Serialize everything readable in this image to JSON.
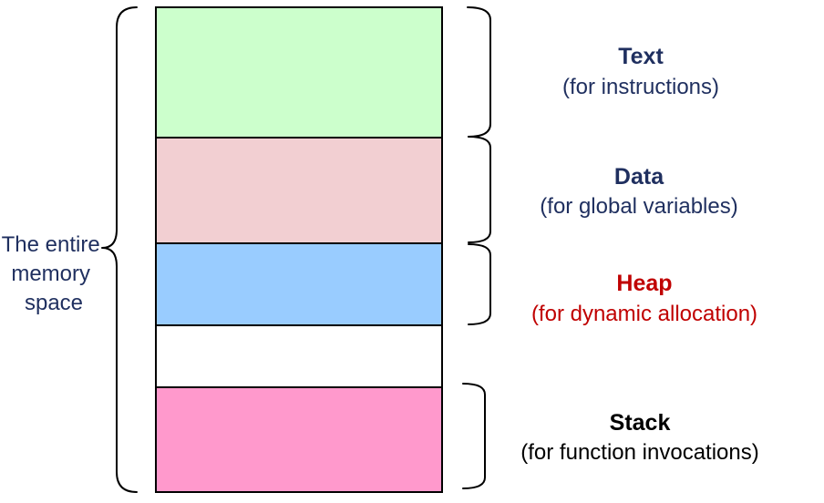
{
  "memory_label": {
    "lines": [
      "The entire",
      "memory",
      "space"
    ],
    "color": "#1f2f5f"
  },
  "segments": [
    {
      "name": "text",
      "fill": "#ccffcc"
    },
    {
      "name": "data",
      "fill": "#f2cfd2"
    },
    {
      "name": "heap",
      "fill": "#99ccff"
    },
    {
      "name": "gap",
      "fill": "#ffffff"
    },
    {
      "name": "stack",
      "fill": "#ff99cc"
    }
  ],
  "labels": {
    "text": {
      "title": "Text",
      "subtitle": "(for instructions)",
      "color": "#1f2f5f"
    },
    "data": {
      "title": "Data",
      "subtitle": "(for global variables)",
      "color": "#1f2f5f"
    },
    "heap": {
      "title": "Heap",
      "subtitle": "(for dynamic allocation)",
      "color": "#c00000"
    },
    "stack": {
      "title": "Stack",
      "subtitle": "(for function invocations)",
      "color": "#000000"
    }
  }
}
